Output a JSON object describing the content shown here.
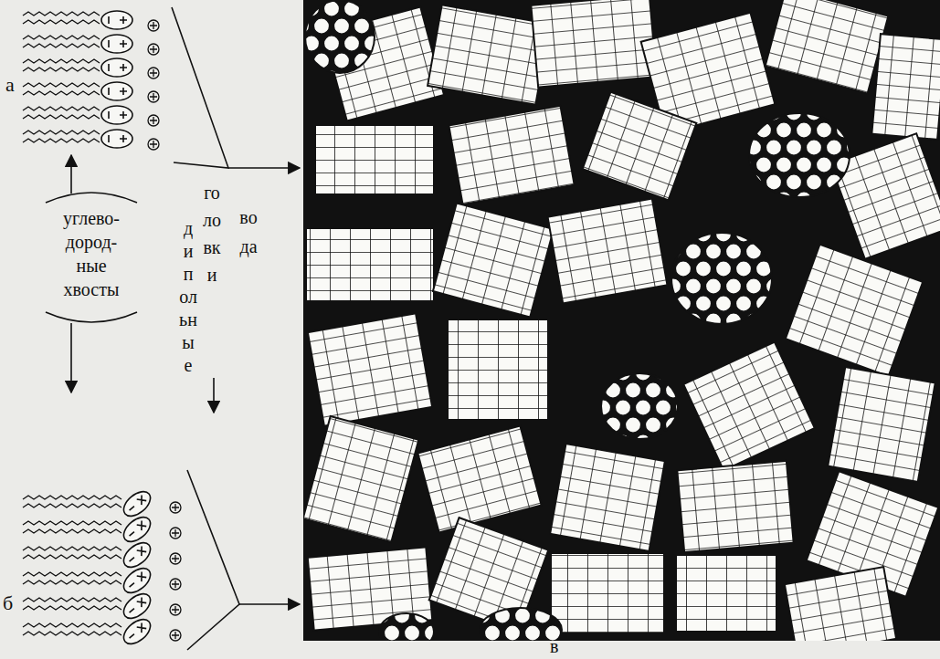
{
  "diagram": {
    "labels": [
      "а",
      "б",
      "в",
      "углево- дород- ные хвосты",
      "дипольные",
      "головки",
      "вода"
    ]
  }
}
